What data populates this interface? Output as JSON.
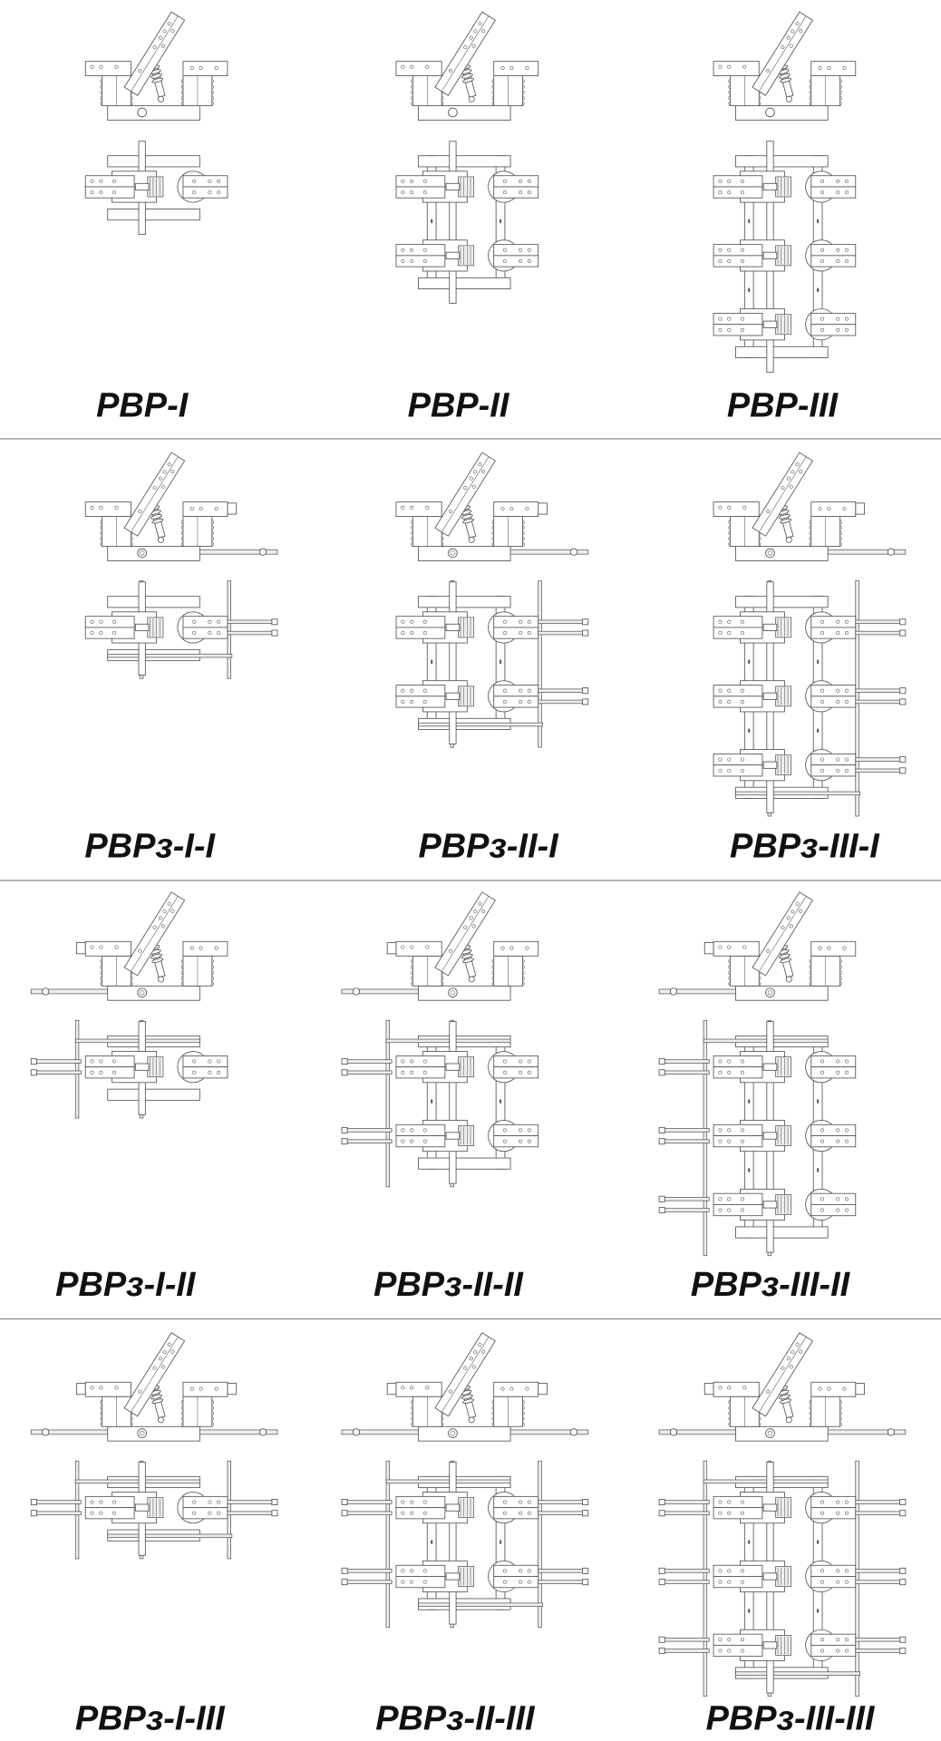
{
  "variants": [
    {
      "label": "РВР-I",
      "poles": 1,
      "grounding": "none"
    },
    {
      "label": "РВР-II",
      "poles": 2,
      "grounding": "none"
    },
    {
      "label": "РВР-III",
      "poles": 3,
      "grounding": "none"
    },
    {
      "label": "РВРз-I-I",
      "poles": 1,
      "grounding": "right"
    },
    {
      "label": "РВРз-II-I",
      "poles": 2,
      "grounding": "right"
    },
    {
      "label": "РВРз-III-I",
      "poles": 3,
      "grounding": "right"
    },
    {
      "label": "РВРз-I-II",
      "poles": 1,
      "grounding": "left"
    },
    {
      "label": "РВРз-II-II",
      "poles": 2,
      "grounding": "left"
    },
    {
      "label": "РВРз-III-II",
      "poles": 3,
      "grounding": "left"
    },
    {
      "label": "РВРз-I-III",
      "poles": 1,
      "grounding": "both"
    },
    {
      "label": "РВРз-II-III",
      "poles": 2,
      "grounding": "both"
    },
    {
      "label": "РВРз-III-III",
      "poles": 3,
      "grounding": "both"
    }
  ]
}
